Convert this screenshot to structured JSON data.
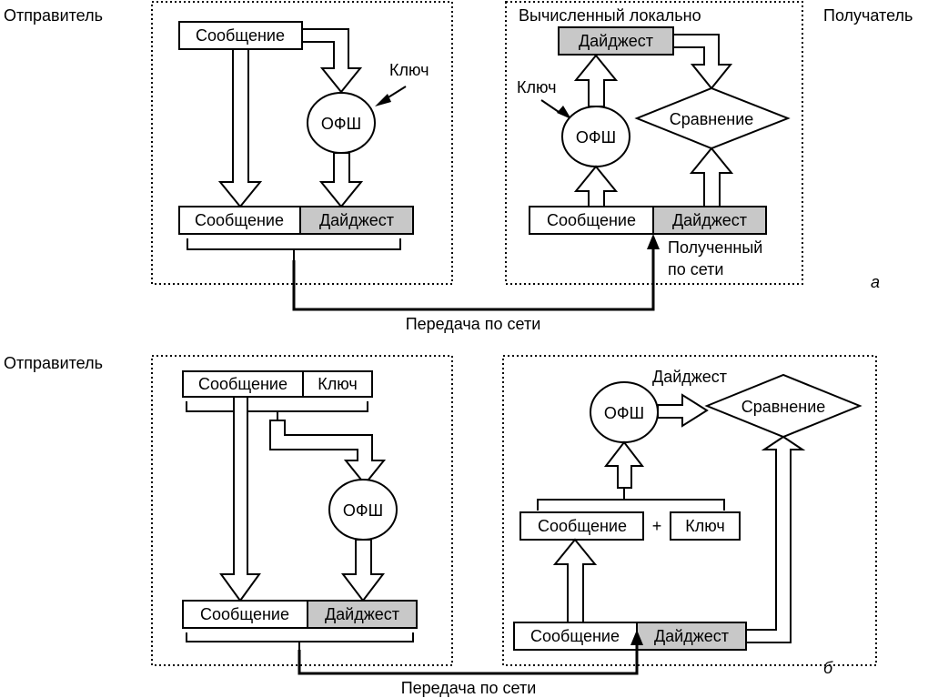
{
  "panel_a": {
    "sender_label": "Отправитель",
    "receiver_label": "Получатель",
    "computed_label": "Вычисленный локально",
    "received_label_1": "Полученный",
    "received_label_2": "по сети",
    "sender_message": "Сообщение",
    "sender_key": "Ключ",
    "sender_ofsh": "ОФШ",
    "sender_out_message": "Сообщение",
    "sender_out_digest": "Дайджест",
    "recv_digest_top": "Дайджест",
    "recv_compare": "Сравнение",
    "recv_key": "Ключ",
    "recv_ofsh": "ОФШ",
    "recv_message": "Сообщение",
    "recv_digest": "Дайджест",
    "network_label": "Передача по сети",
    "panel_letter": "а"
  },
  "panel_b": {
    "sender_label": "Отправитель",
    "sender_message": "Сообщение",
    "sender_key": "Ключ",
    "sender_ofsh": "ОФШ",
    "sender_out_message": "Сообщение",
    "sender_out_digest": "Дайджест",
    "recv_digest_label": "Дайджест",
    "recv_ofsh": "ОФШ",
    "recv_compare": "Сравнение",
    "recv_message": "Сообщение",
    "recv_plus": "+",
    "recv_key": "Ключ",
    "recv_in_message": "Сообщение",
    "recv_in_digest": "Дайджест",
    "network_label": "Передача по сети",
    "panel_letter": "б"
  },
  "colors": {
    "shaded_fill": "#c8c8c8",
    "line": "#000000",
    "background": "#ffffff"
  }
}
